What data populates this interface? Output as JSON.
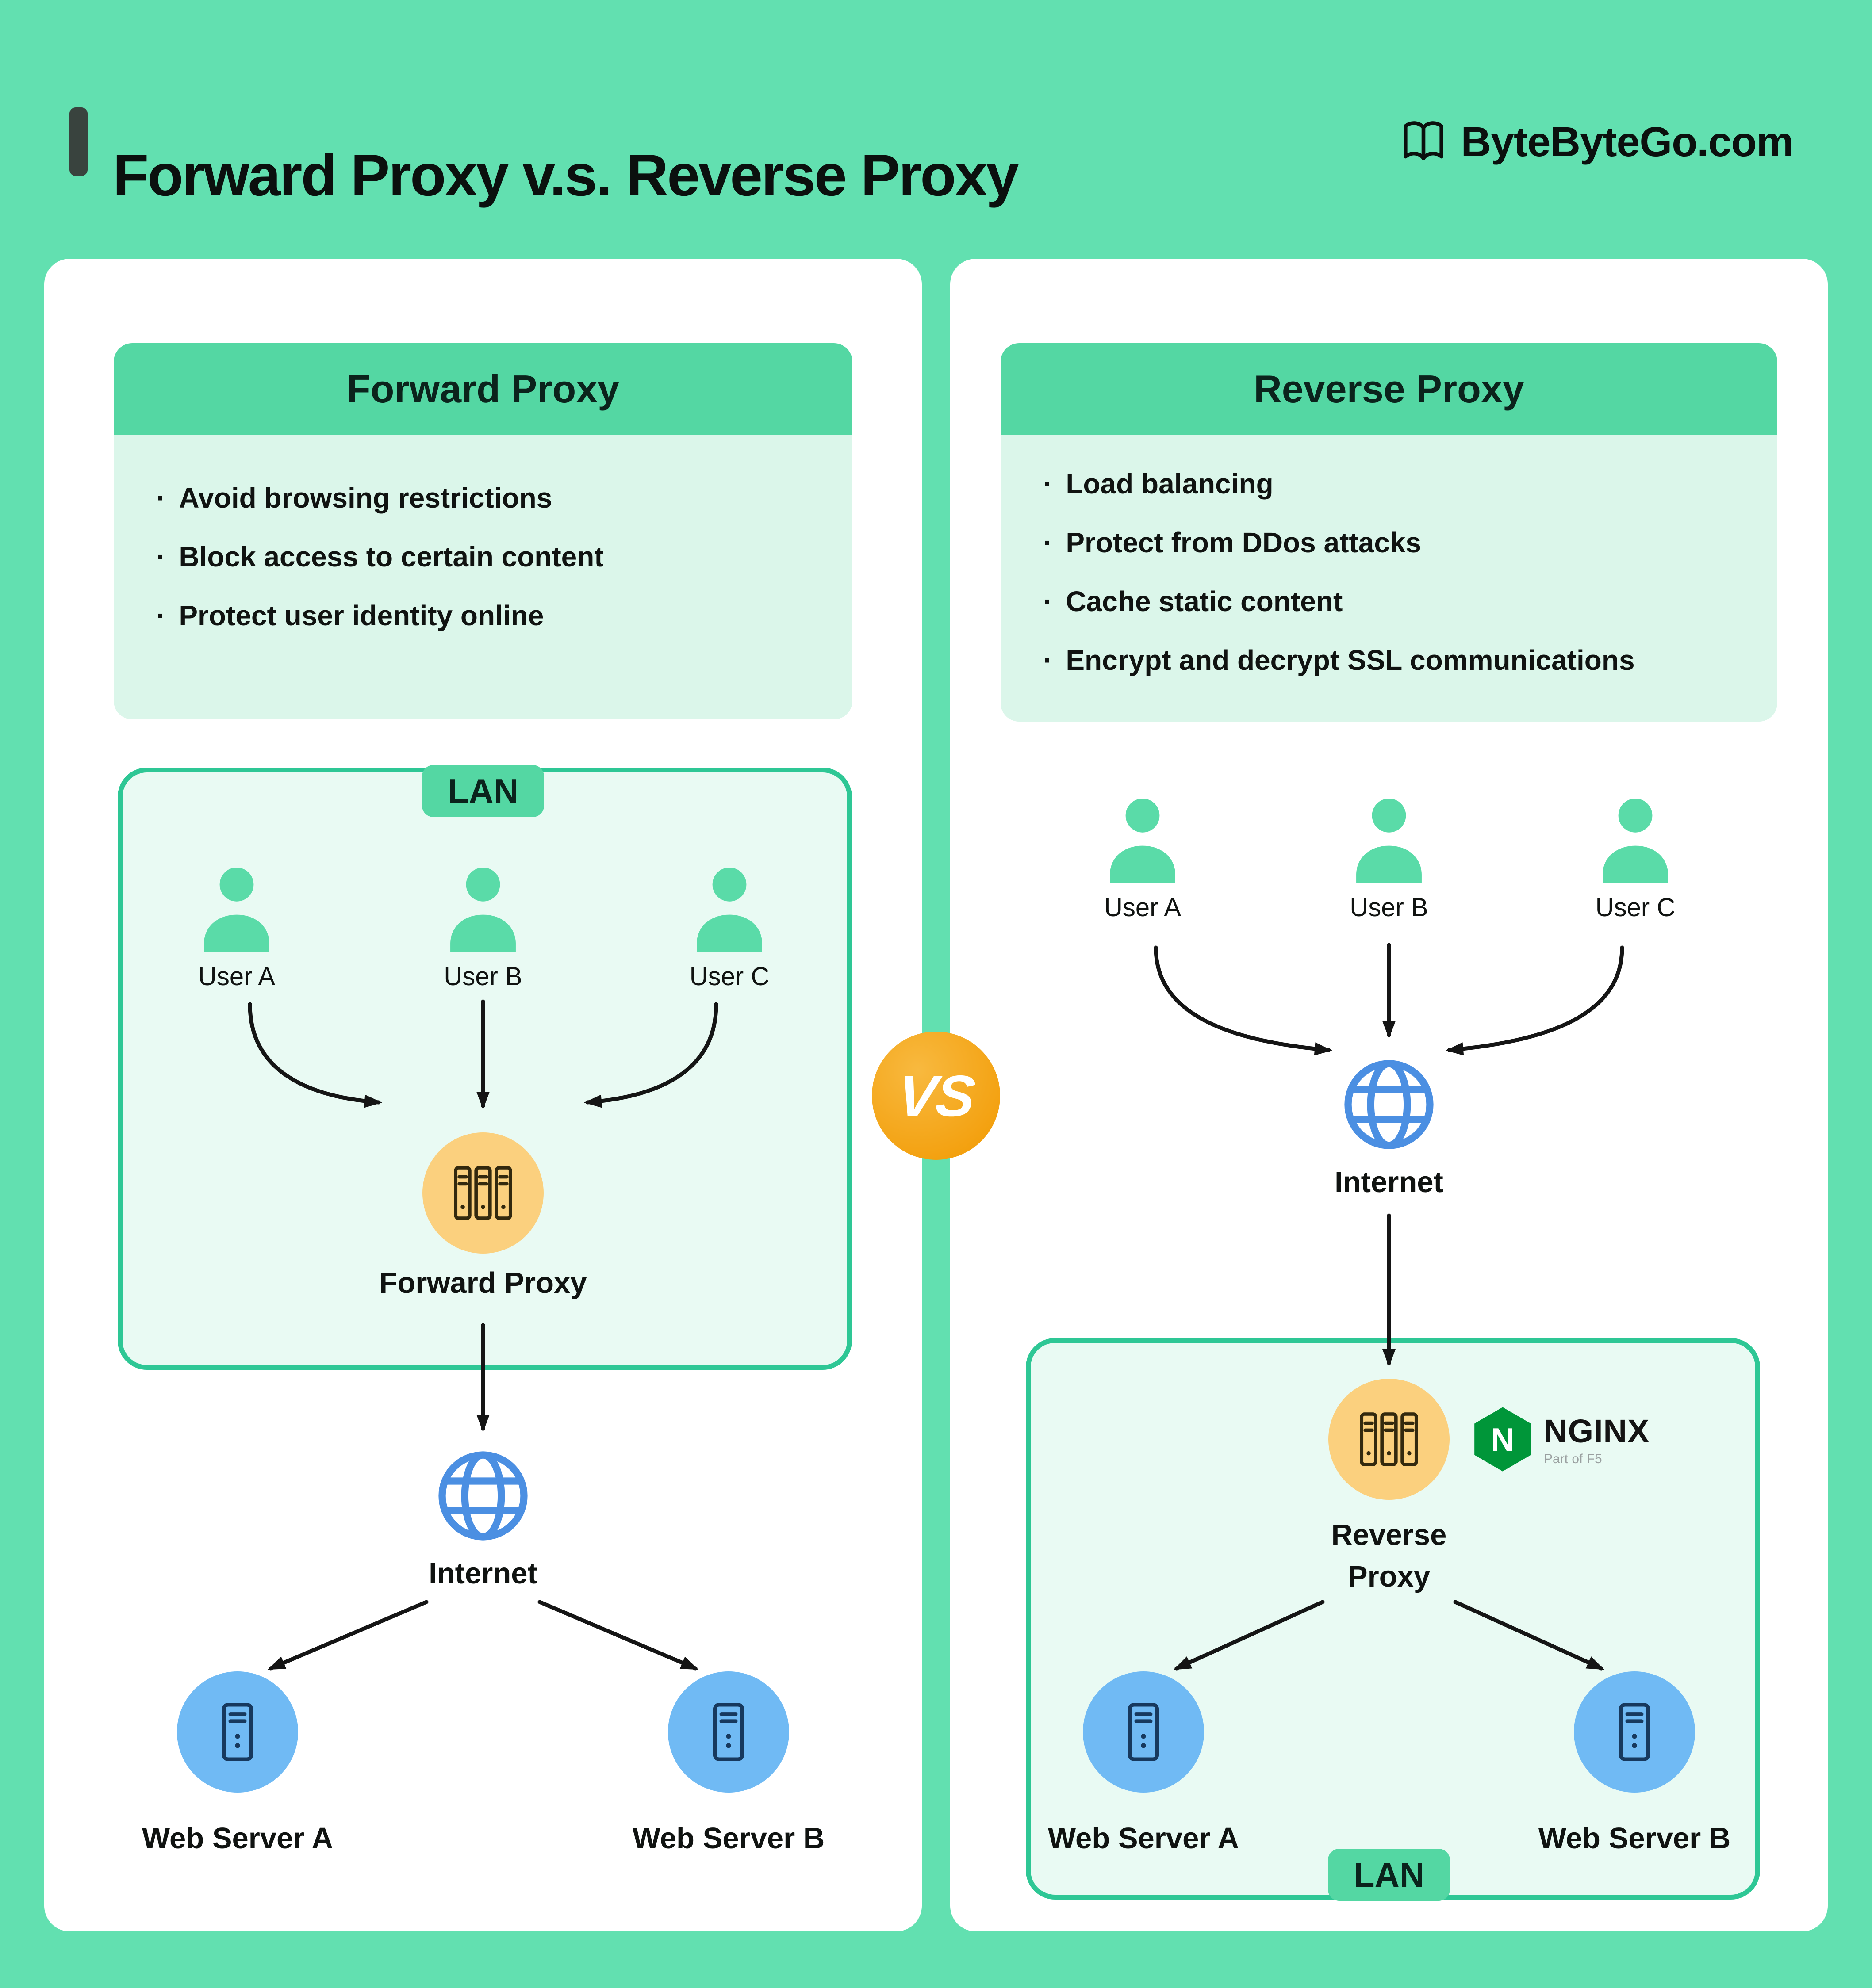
{
  "bullet_char": "·",
  "header": {
    "title": "Forward Proxy v.s. Reverse Proxy",
    "brand": "ByteByteGo.com"
  },
  "vs": "VS",
  "colors": {
    "background": "#62E0B0",
    "panel": "#FFFFFF",
    "card_header": "#54D7A3",
    "card_body": "#DBF6EA",
    "lan_fill": "#E9FAF3",
    "lan_border": "#2EC795",
    "user_icon": "#5ADBA8",
    "proxy_circle": "#FBD07E",
    "globe": "#4B8FE2",
    "server_circle": "#70BAF4",
    "vs_badge": "#F5A71D",
    "nginx_green": "#009639",
    "arrow": "#151515"
  },
  "forward": {
    "card_title": "Forward Proxy",
    "bullets": [
      "Avoid browsing restrictions",
      "Block access to certain content",
      "Protect user identity online"
    ],
    "lan": "LAN",
    "users": [
      "User A",
      "User B",
      "User C"
    ],
    "proxy": "Forward Proxy",
    "internet": "Internet",
    "server_a": "Web Server A",
    "server_b": "Web Server B"
  },
  "reverse": {
    "card_title": "Reverse Proxy",
    "bullets": [
      "Load balancing",
      "Protect from DDos attacks",
      "Cache static content",
      "Encrypt and decrypt SSL communications"
    ],
    "users": [
      "User A",
      "User B",
      "User C"
    ],
    "internet": "Internet",
    "lan": "LAN",
    "proxy": "Reverse\nProxy",
    "nginx": {
      "letter": "N",
      "name": "NGINX",
      "sub": "Part of F5"
    },
    "server_a": "Web Server A",
    "server_b": "Web Server B"
  }
}
